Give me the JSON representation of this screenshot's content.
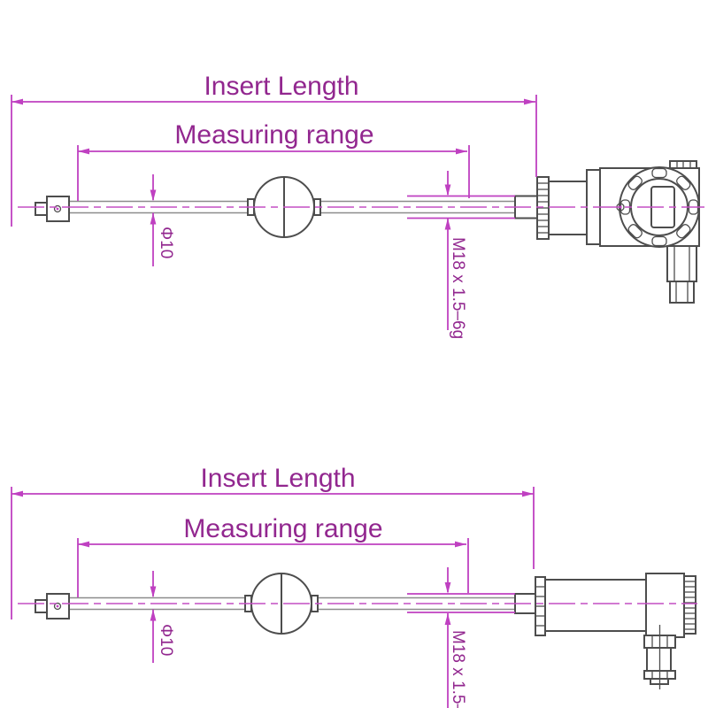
{
  "drawing_type": "technical dimension drawing, float level sensor, two variants",
  "colors": {
    "background": "#ffffff",
    "dimension_line": "#bf40c1",
    "centerline": "#c44fc4",
    "label_text": "#92278f",
    "part_outline": "#4d4d4d",
    "rod_line": "#8c8c8c"
  },
  "diagrams": {
    "top": {
      "insert_length_label": "Insert Length",
      "measuring_range_label": "Measuring range",
      "rod_diameter_label": "Φ10",
      "thread_label": "M18 x 1.5–6g"
    },
    "bottom": {
      "insert_length_label": "Insert Length",
      "measuring_range_label": "Measuring range",
      "rod_diameter_label": "Φ10",
      "thread_label": "M18 x 1.5–"
    }
  }
}
